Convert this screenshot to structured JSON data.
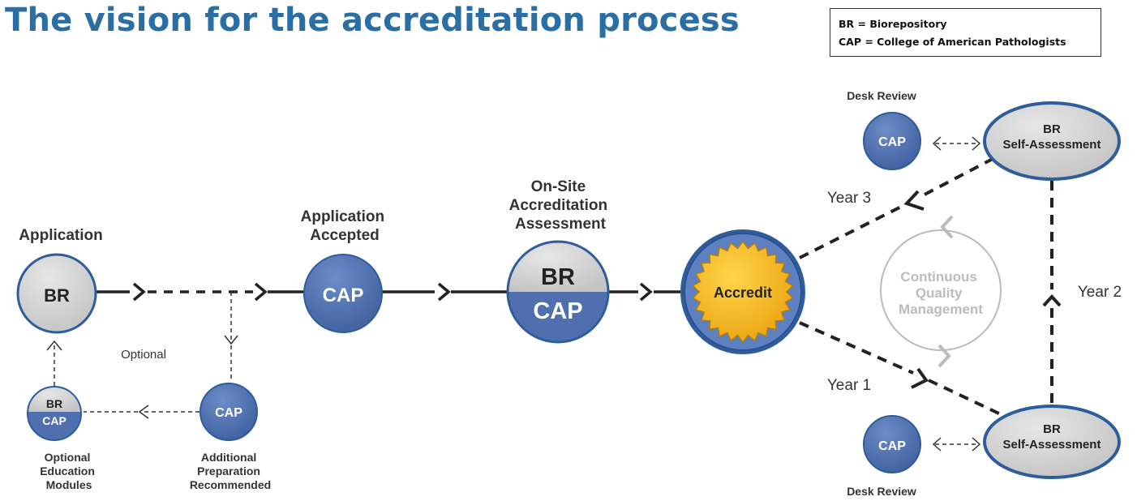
{
  "title": "The vision for the accreditation process",
  "legend": [
    "BR = Biorepository",
    "CAP = College of American Pathologists"
  ],
  "colors": {
    "title": "#2a6ea3",
    "cap_blue": "#4f6fae",
    "br_gray": "#d4d4d4",
    "outline_blue": "#2e5d9c",
    "seal_gold": "#f2b417",
    "cycle_gray": "#bbbbbb"
  },
  "stages": {
    "application": {
      "label": "Application",
      "node": "BR"
    },
    "accepted": {
      "label": [
        "Application",
        "Accepted"
      ],
      "node": "CAP"
    },
    "onsite": {
      "label": [
        "On-Site",
        "Accreditation",
        "Assessment"
      ],
      "node_top": "BR",
      "node_bottom": "CAP"
    },
    "accredit": {
      "node": "Accredit"
    }
  },
  "optional_path": {
    "label": "Optional",
    "education": {
      "node_top": "BR",
      "node_bottom": "CAP",
      "label": [
        "Optional",
        "Education",
        "Modules"
      ]
    },
    "preparation": {
      "node": "CAP",
      "label": [
        "Additional",
        "Preparation",
        "Recommended"
      ]
    }
  },
  "cycle": {
    "center": [
      "Continuous",
      "Quality",
      "Management"
    ],
    "year1": "Year 1",
    "year2": "Year 2",
    "year3": "Year 3",
    "self_assessment_top": {
      "line1": "BR",
      "line2": "Self-Assessment"
    },
    "self_assessment_bottom": {
      "line1": "BR",
      "line2": "Self-Assessment"
    },
    "desk_review_top": {
      "label": "Desk Review",
      "node": "CAP"
    },
    "desk_review_bottom": {
      "label": "Desk Review",
      "node": "CAP"
    }
  }
}
